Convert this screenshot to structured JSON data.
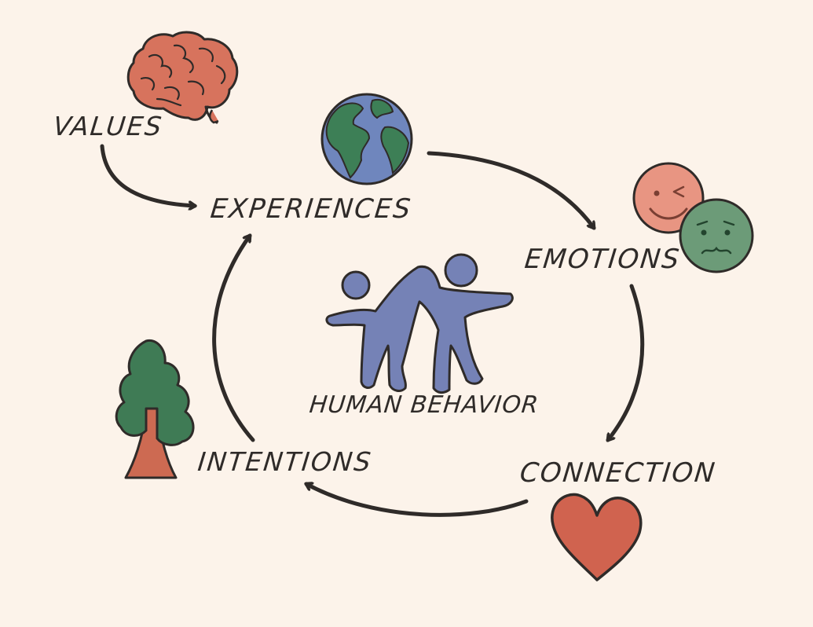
{
  "diagram": {
    "center_label": "HUMAN BEHAVIOR",
    "nodes": [
      {
        "id": "values",
        "label": "VALUES",
        "icon": "brain-icon"
      },
      {
        "id": "experiences",
        "label": "EXPERIENCES",
        "icon": "globe-icon"
      },
      {
        "id": "emotions",
        "label": "EMOTIONS",
        "icon": "faces-icon"
      },
      {
        "id": "connection",
        "label": "CONNECTION",
        "icon": "heart-icon"
      },
      {
        "id": "intentions",
        "label": "INTENTIONS",
        "icon": "tree-icon"
      }
    ],
    "edges": [
      {
        "from": "values",
        "to": "experiences"
      },
      {
        "from": "experiences",
        "to": "emotions"
      },
      {
        "from": "emotions",
        "to": "connection"
      },
      {
        "from": "connection",
        "to": "intentions"
      },
      {
        "from": "intentions",
        "to": "experiences"
      }
    ],
    "center_icon": "people-icon"
  },
  "colors": {
    "background": "#fcf3ea",
    "ink": "#2f2b29",
    "brain": "#d7735d",
    "ocean": "#6f86bd",
    "land": "#3d7f56",
    "smile_face": "#e89582",
    "worried_face": "#6c9b78",
    "heart": "#d0634f",
    "foliage": "#3f7b55",
    "trunk": "#cd6a52",
    "people": "#7582b6"
  }
}
